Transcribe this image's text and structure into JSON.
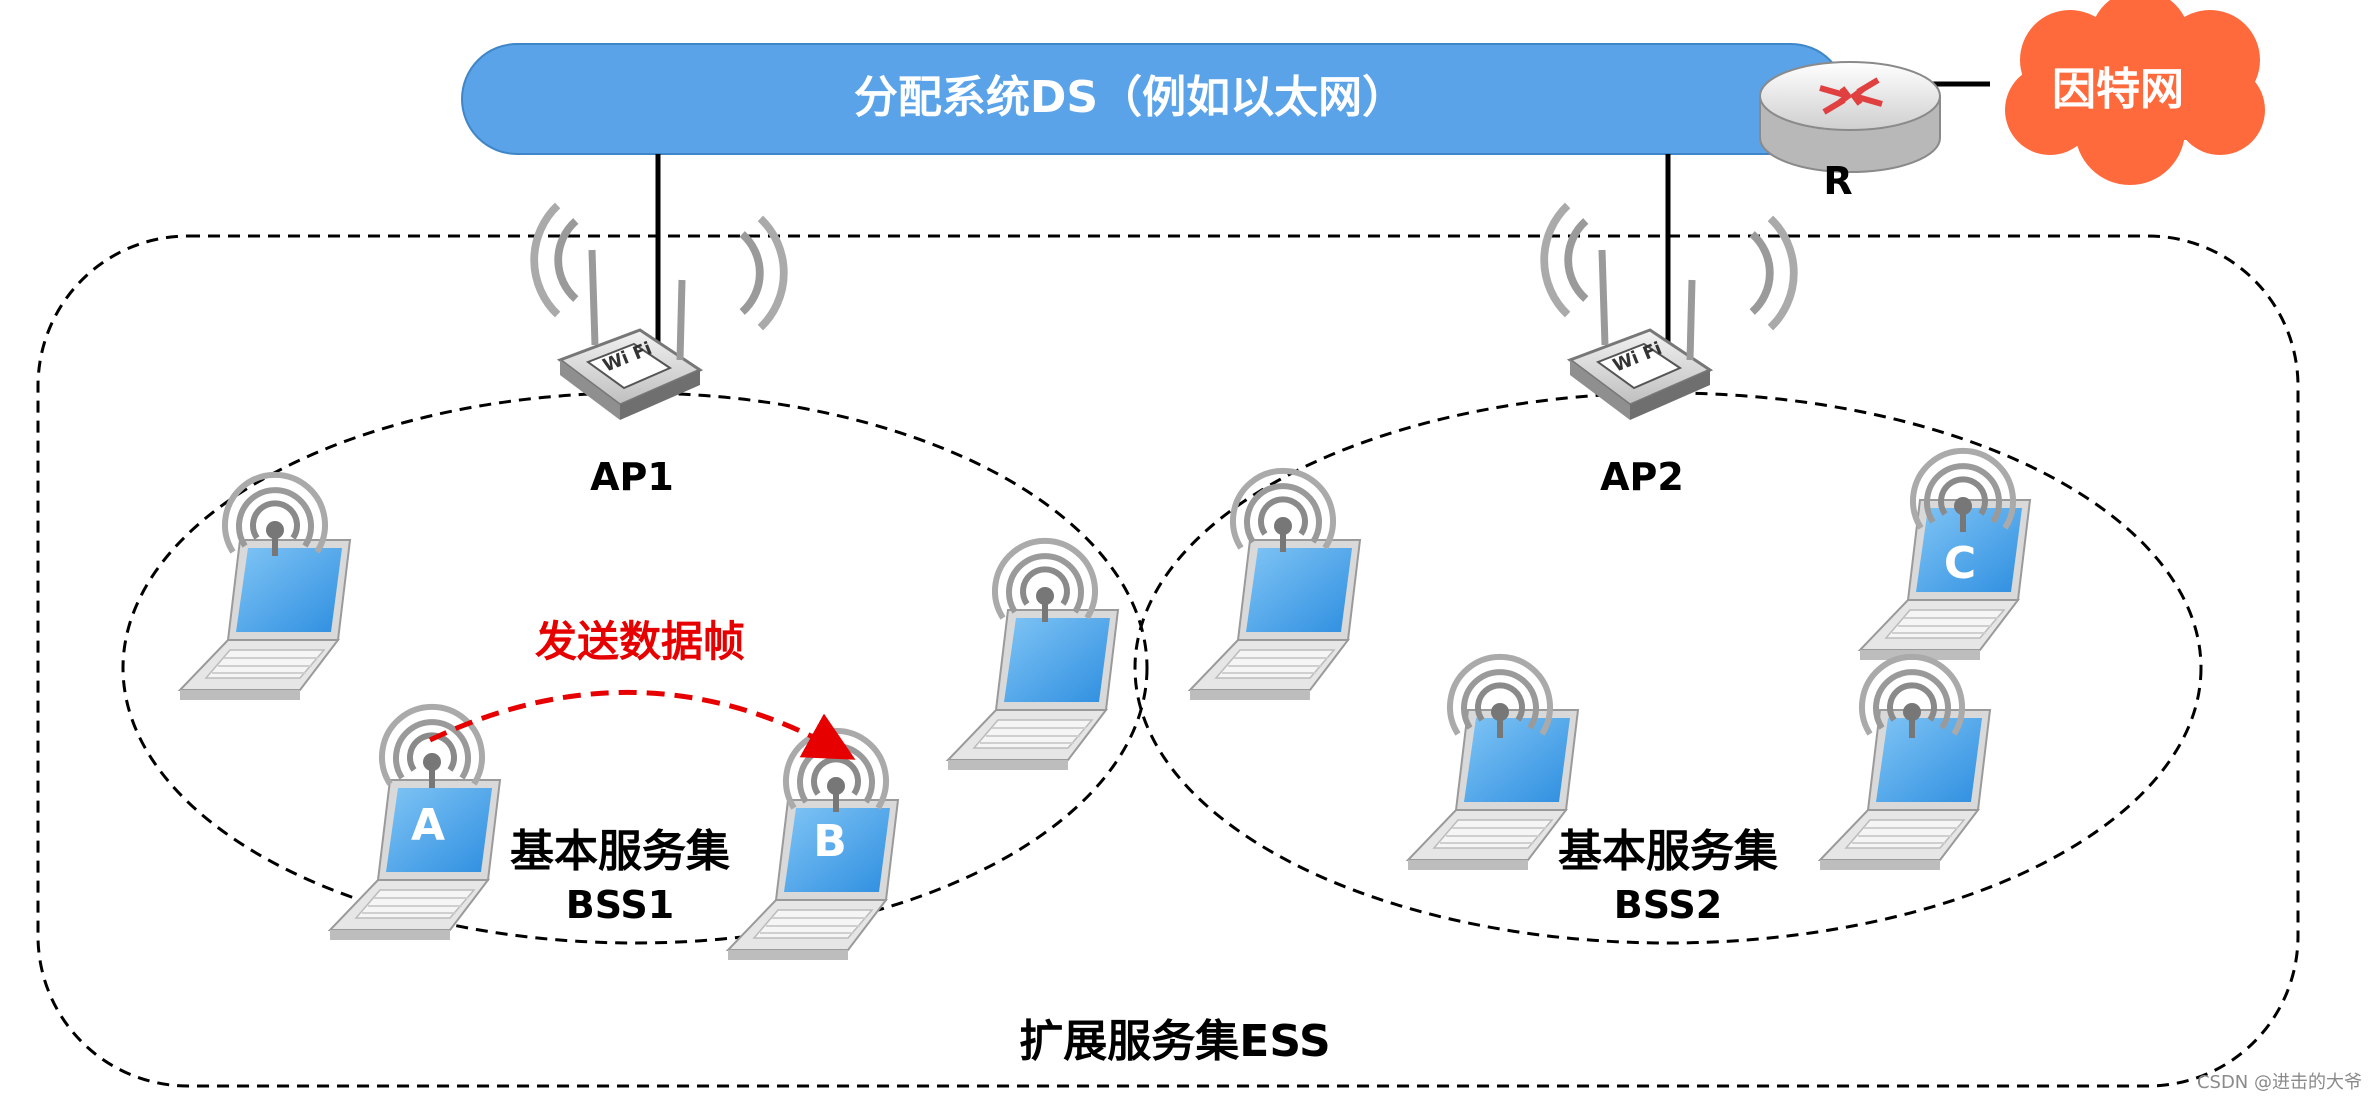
{
  "ds_bar": {
    "label": "分配系统DS（例如以太网）",
    "color": "#5aa3e8"
  },
  "internet": {
    "label": "因特网",
    "color": "#ff6a3d"
  },
  "router": {
    "label": "R"
  },
  "access_points": [
    {
      "label": "AP1"
    },
    {
      "label": "AP2"
    }
  ],
  "stations": [
    {
      "label": "A"
    },
    {
      "label": "B"
    },
    {
      "label": "C"
    }
  ],
  "bss1": {
    "title": "基本服务集",
    "name": "BSS1"
  },
  "bss2": {
    "title": "基本服务集",
    "name": "BSS2"
  },
  "ess": {
    "label": "扩展服务集ESS"
  },
  "transmission": {
    "label": "发送数据帧",
    "color": "#e60000"
  },
  "watermark": "CSDN @进击的大爷",
  "icons": [
    "router-icon",
    "wifi-ap-icon",
    "laptop-icon",
    "wifi-signal-icon",
    "cloud-icon"
  ]
}
